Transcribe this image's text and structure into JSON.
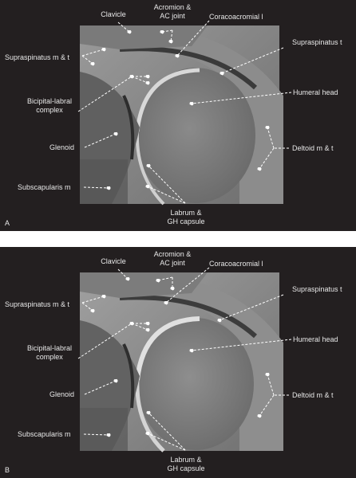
{
  "panels": [
    {
      "letter": "A",
      "labels": {
        "clavicle": "Clavicle",
        "acromion_line1": "Acromion &",
        "acromion_line2": "AC joint",
        "coracoacromial": "Coracoacromial l",
        "supraspinatus_mt": "Supraspinatus m & t",
        "supraspinatus_t": "Supraspinatus t",
        "bicipital_line1": "Bicipital-labral",
        "bicipital_line2": "complex",
        "humeral_head": "Humeral head",
        "glenoid": "Glenoid",
        "deltoid": "Deltoid m & t",
        "subscapularis": "Subscapularis m",
        "labrum_line1": "Labrum &",
        "labrum_line2": "GH capsule"
      }
    },
    {
      "letter": "B",
      "labels": {
        "clavicle": "Clavicle",
        "acromion_line1": "Acromion &",
        "acromion_line2": "AC joint",
        "coracoacromial": "Coracoacromial l",
        "supraspinatus_mt": "Supraspinatus m & t",
        "supraspinatus_t": "Supraspinatus t",
        "bicipital_line1": "Bicipital-labral",
        "bicipital_line2": "complex",
        "humeral_head": "Humeral head",
        "glenoid": "Glenoid",
        "deltoid": "Deltoid m & t",
        "subscapularis": "Subscapularis m",
        "labrum_line1": "Labrum &",
        "labrum_line2": "GH capsule"
      }
    }
  ]
}
